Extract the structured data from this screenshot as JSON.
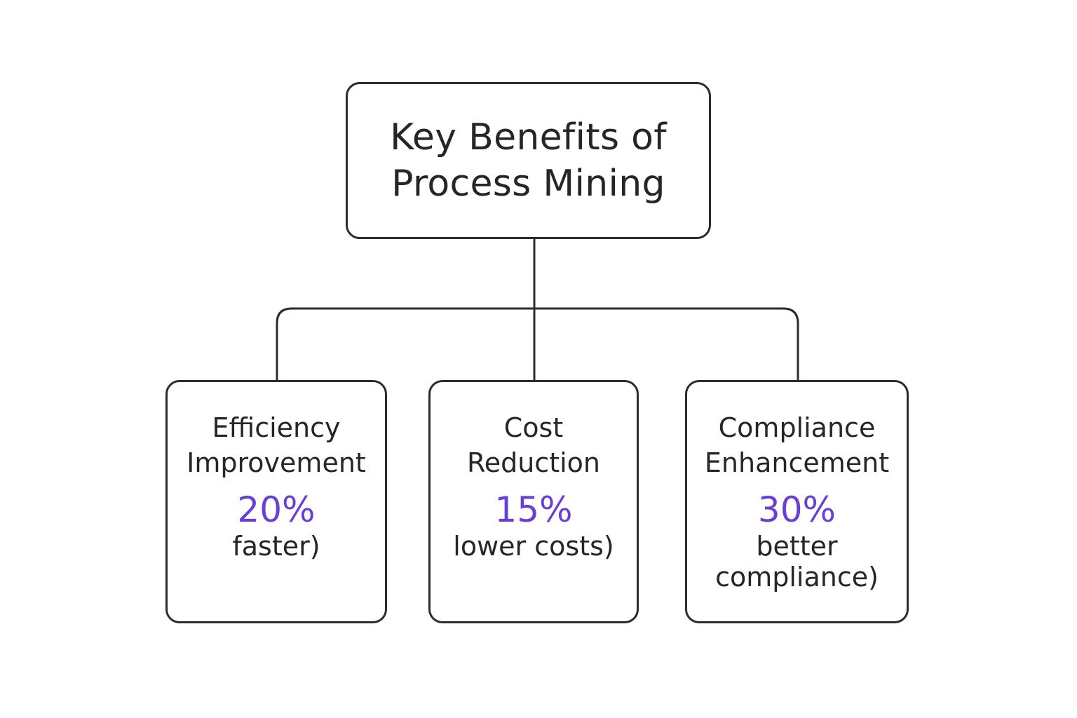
{
  "diagram": {
    "root": {
      "title_line_1": "Key Benefits of",
      "title_line_2": "Process Mining"
    },
    "benefits": [
      {
        "title_line_1": "Efficiency",
        "title_line_2": "Improvement",
        "value": "20%",
        "desc_line_1": "faster)",
        "desc_line_2": ""
      },
      {
        "title_line_1": "Cost",
        "title_line_2": "Reduction",
        "value": "15%",
        "desc_line_1": "lower costs)",
        "desc_line_2": ""
      },
      {
        "title_line_1": "Compliance",
        "title_line_2": "Enhancement",
        "value": "30%",
        "desc_line_1": "better",
        "desc_line_2": "compliance)"
      }
    ],
    "colors": {
      "accent": "#6a3fd6",
      "stroke": "#2c2c2c",
      "text": "#262626"
    }
  }
}
